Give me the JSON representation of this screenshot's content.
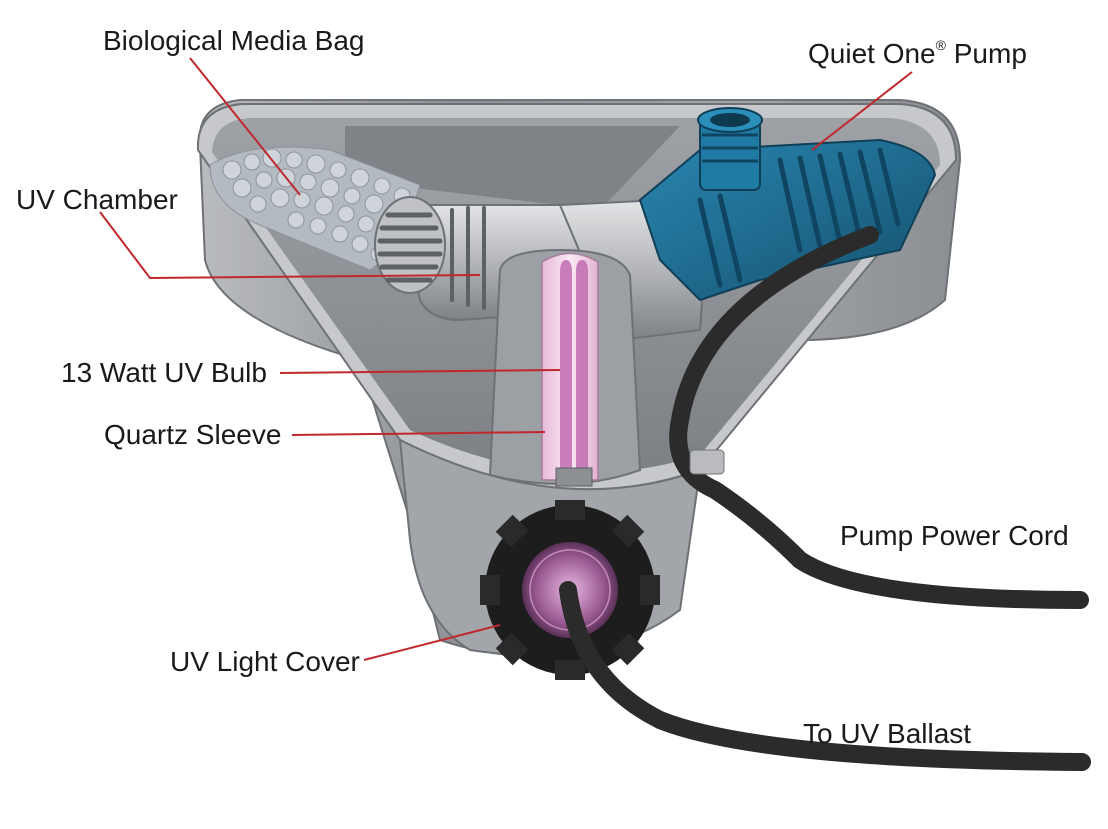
{
  "colors": {
    "leader_line": "#c0282d",
    "housing_light": "#d7d8da",
    "housing_mid": "#a9abae",
    "housing_dark": "#6f7276",
    "pump_blue": "#1f6f96",
    "pump_blue_dark": "#124a66",
    "bulb_glow": "#f1c9e3",
    "bulb_tube": "#b65aa6",
    "cord": "#2b2b2b",
    "media": "#b9bfc5"
  },
  "labels": {
    "media_bag": "Biological Media Bag",
    "pump_name": "Quiet One",
    "pump_reg": "®",
    "pump_suffix": " Pump",
    "uv_chamber": "UV Chamber",
    "uv_bulb": "13 Watt UV Bulb",
    "quartz_sleeve": "Quartz Sleeve",
    "power_cord": "Pump Power Cord",
    "light_cover": "UV Light Cover",
    "ballast": "To UV Ballast"
  }
}
